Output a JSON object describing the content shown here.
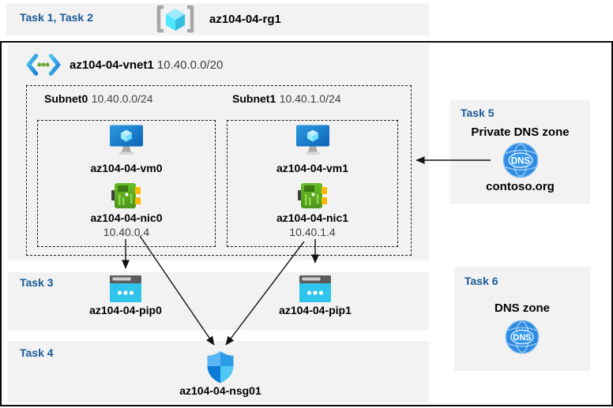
{
  "colors": {
    "task_label_blue": "#1A5A96",
    "panel_gray": "#F2F2F2",
    "muted_text": "#3F3F3F",
    "frame_border": "#0A0A0A",
    "vm_blue": "#1277CE",
    "nic_green": "#57A21C",
    "nic_yellow": "#FFB900",
    "pip_cyan": "#2EC4EC",
    "dns_blue": "#2E8BE2",
    "shield_blues": [
      "#59B6F4",
      "#2D9CE8",
      "#0D7BD6",
      "#4FC7F2"
    ]
  },
  "header": {
    "tasks": "Task 1, Task 2",
    "resource_group": "az104-04-rg1"
  },
  "vnet": {
    "name": "az104-04-vnet1",
    "cidr": "10.40.0.0/20"
  },
  "subnets": [
    {
      "name": "Subnet0",
      "cidr": "10.40.0.0/24",
      "vm": "az104-04-vm0",
      "nic": "az104-04-nic0",
      "ip": "10.40.0.4"
    },
    {
      "name": "Subnet1",
      "cidr": "10.40.1.0/24",
      "vm": "az104-04-vm1",
      "nic": "az104-04-nic1",
      "ip": "10.40.1.4"
    }
  ],
  "task3": {
    "label": "Task 3",
    "pip0": "az104-04-pip0",
    "pip1": "az104-04-pip1"
  },
  "task4": {
    "label": "Task 4",
    "nsg": "az104-04-nsg01"
  },
  "task5": {
    "label": "Task 5",
    "title": "Private DNS zone",
    "zone": "contoso.org",
    "icon_text": "DNS"
  },
  "task6": {
    "label": "Task 6",
    "title": "DNS zone",
    "icon_text": "DNS"
  }
}
